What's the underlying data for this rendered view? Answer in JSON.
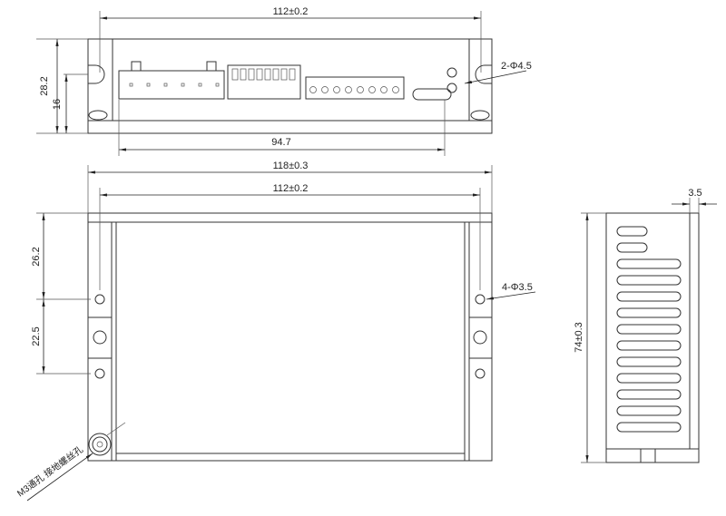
{
  "top_view": {
    "width_dim": "112±0.2",
    "height_dim": "28.2",
    "inner_height_dim": "16",
    "connector_span_dim": "94.7",
    "mount_hole_dim": "2-Φ4.5"
  },
  "front_view": {
    "overall_width_dim": "118±0.3",
    "hole_spacing_dim": "112±0.2",
    "top_offset_dim": "26.2",
    "hole_pitch_dim": "22.5",
    "mount_hole_dim": "4-Φ3.5",
    "ground_note": "M3通孔 接地螺丝孔"
  },
  "side_view": {
    "height_dim": "74±0.3",
    "flange_dim": "3.5"
  }
}
